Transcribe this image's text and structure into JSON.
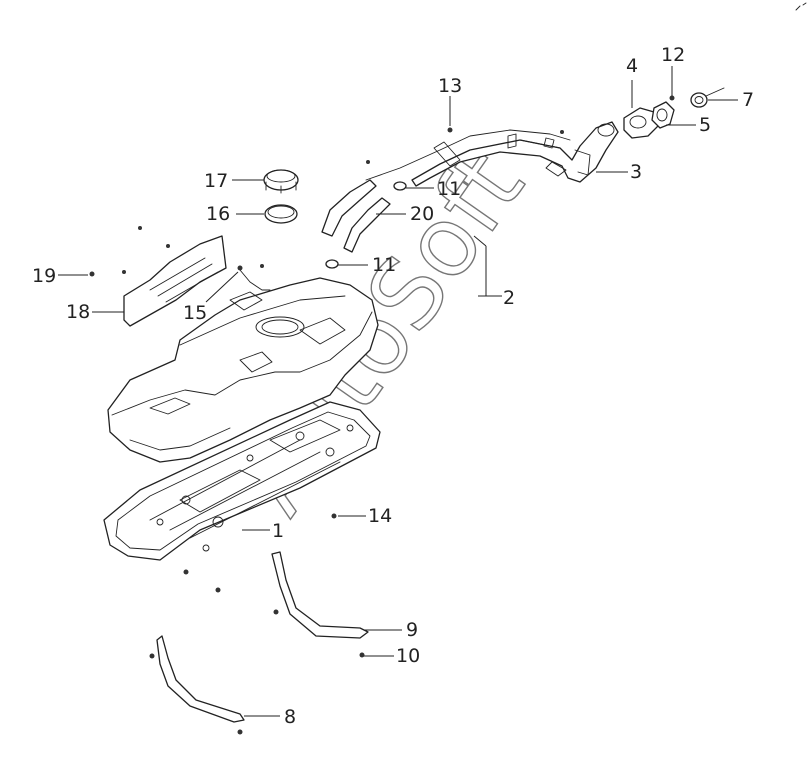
{
  "watermark": "AutoSoft",
  "callouts": [
    {
      "id": "1",
      "text": "1"
    },
    {
      "id": "2",
      "text": "2"
    },
    {
      "id": "3",
      "text": "3"
    },
    {
      "id": "4",
      "text": "4"
    },
    {
      "id": "5",
      "text": "5"
    },
    {
      "id": "7",
      "text": "7"
    },
    {
      "id": "8",
      "text": "8"
    },
    {
      "id": "9",
      "text": "9"
    },
    {
      "id": "10",
      "text": "10"
    },
    {
      "id": "11a",
      "text": "11"
    },
    {
      "id": "11b",
      "text": "11"
    },
    {
      "id": "12",
      "text": "12"
    },
    {
      "id": "13",
      "text": "13"
    },
    {
      "id": "14",
      "text": "14"
    },
    {
      "id": "15",
      "text": "15"
    },
    {
      "id": "16",
      "text": "16"
    },
    {
      "id": "17",
      "text": "17"
    },
    {
      "id": "18",
      "text": "18"
    },
    {
      "id": "19",
      "text": "19"
    },
    {
      "id": "20",
      "text": "20"
    }
  ]
}
